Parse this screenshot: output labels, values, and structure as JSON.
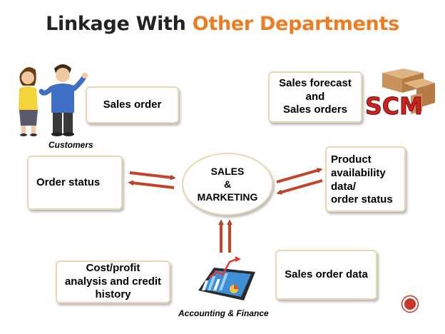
{
  "title": {
    "part1": "Linkage With",
    "part2": "Other Departments"
  },
  "center": {
    "line1": "SALES",
    "line2": "&",
    "line3": "MARKETING"
  },
  "boxes": {
    "sales_order": "Sales order",
    "sales_forecast": "Sales forecast\nand\nSales orders",
    "order_status": "Order status",
    "product_availability": "Product\navailability data/\norder status",
    "cost_profit": "Cost/profit\nanalysis and credit\nhistory",
    "sales_order_data": "Sales order data"
  },
  "captions": {
    "customers": "Customers",
    "accounting": "Accounting & Finance"
  },
  "logo": {
    "text": "SCM"
  },
  "icons": {
    "people": "customers-illustration",
    "tablet": "finance-tablet-chart",
    "boxes": "scm-logo",
    "nav": "nav-button-icon"
  },
  "colors": {
    "accent": "#ec7d22",
    "arrow": "#c2442a",
    "box_border": "#e5d8b3",
    "title_dark": "#222222"
  }
}
